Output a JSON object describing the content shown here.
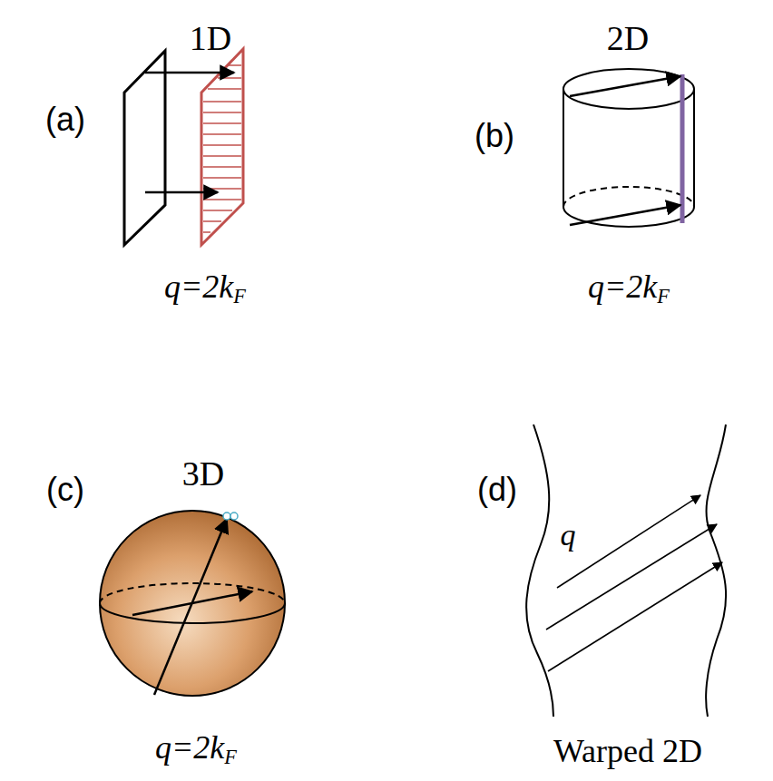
{
  "diagram": {
    "labels": [
      "1D",
      "(a)",
      "q=2kF",
      "2D",
      "(b)",
      "q=2kF",
      "3D",
      "(c)",
      "q=2kF",
      "(d)",
      "q",
      "Warped 2D"
    ]
  }
}
